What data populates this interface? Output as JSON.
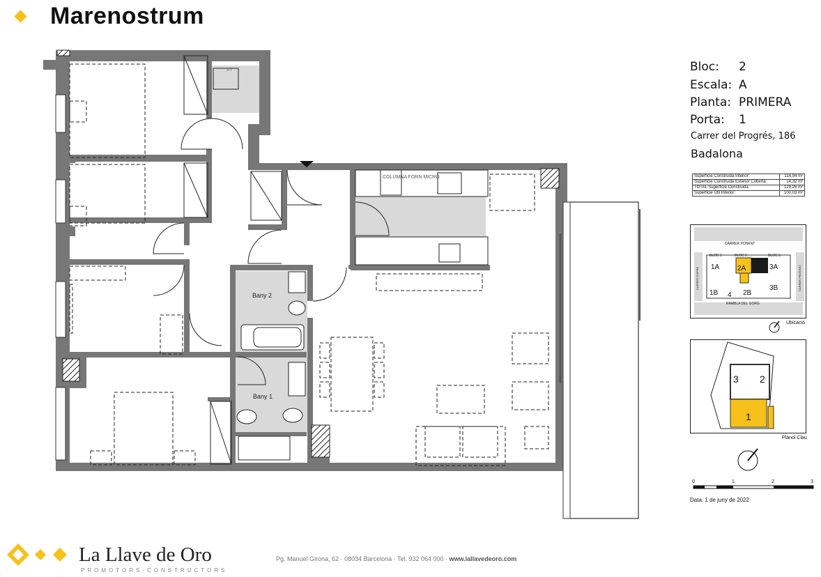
{
  "header": {
    "title": "Marenostrum"
  },
  "unit_info": {
    "bloc_label": "Bloc:",
    "bloc_value": "2",
    "escala_label": "Escala:",
    "escala_value": "A",
    "planta_label": "Planta:",
    "planta_value": "PRIMERA",
    "porta_label": "Porta:",
    "porta_value": "1",
    "address": "Carrer del Progrés, 186",
    "city": "Badalona"
  },
  "surfaces": [
    {
      "label": "Superficie Construida Interior:",
      "value": "114,94 m²"
    },
    {
      "label": "Superficie Construida Exterior Coberta:",
      "value": "14,32 m²"
    },
    {
      "label": "TOTAL Superficie Construida:",
      "value": "129,26 m²"
    },
    {
      "label": "Superficie Útil Interior:",
      "value": "100,03 m²"
    }
  ],
  "location_map": {
    "street_top": "CARRER PONENT",
    "street_bottom": "RAMBLA DEL GORG",
    "street_left": "CARRER GUIFRE",
    "street_right": "CARRER PROGRES",
    "bloc1": "BLOC 1",
    "bloc2": "BLOC 2",
    "bloc3": "BLOC 3",
    "units": [
      "1A",
      "2A",
      "3A",
      "1B",
      "4",
      "2B",
      "3B"
    ],
    "caption": "Ubicació"
  },
  "key_plan": {
    "numbers": [
      "3",
      "2",
      "1"
    ],
    "caption": "Plànol Clau"
  },
  "scale_bar": {
    "ticks": [
      "0",
      "1",
      "2",
      "3"
    ],
    "date": "Data:  1 de juny de 2022"
  },
  "plan_labels": {
    "at": "AT",
    "bath2": "Bany 2",
    "bath1": "Bany 1",
    "fridge": "COLUMNA FORN MICRO"
  },
  "footer": {
    "brand": "La Llave de Oro",
    "tagline": "PROMOTORS·CONSTRUCTORS",
    "contact": "Pg. Manuel Girona, 62 · 08034 Barcelona · Tel. 932 064 000 · ",
    "web": "www.lallavedeoro.com"
  },
  "colors": {
    "accent": "#F6C11A",
    "wall": "#777777",
    "wet_area": "#D9D9D9",
    "dark": "#1A1A1A"
  }
}
